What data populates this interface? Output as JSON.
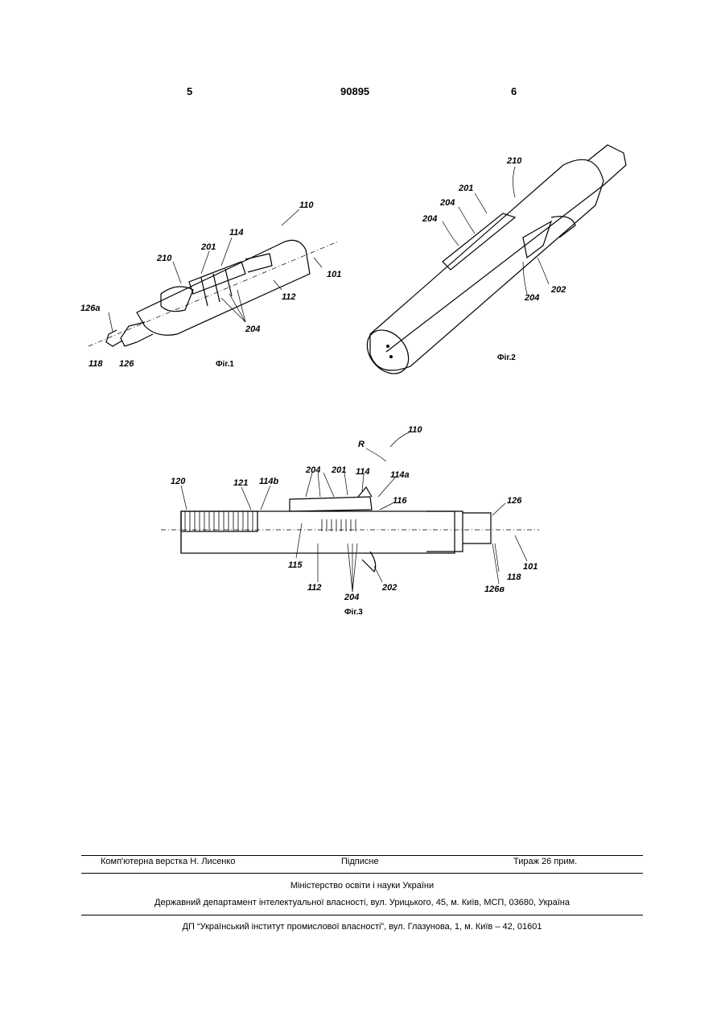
{
  "header": {
    "left_page": "5",
    "patent_number": "90895",
    "right_page": "6"
  },
  "figures": [
    {
      "caption": "Фіг.1",
      "labels": [
        "110",
        "114",
        "201",
        "210",
        "101",
        "112",
        "204",
        "126а",
        "118",
        "126"
      ]
    },
    {
      "caption": "Фіг.2",
      "labels": [
        "210",
        "201",
        "204",
        "204",
        "202",
        "204"
      ]
    },
    {
      "caption": "Фіг.3",
      "labels": [
        "110",
        "R",
        "204",
        "201",
        "114",
        "114a",
        "120",
        "121",
        "114b",
        "116",
        "126",
        "101",
        "115",
        "112",
        "204",
        "202",
        "118",
        "126в"
      ]
    }
  ],
  "footer": {
    "layout_credit": "Комп'ютерна верстка Н. Лисенко",
    "signed": "Підписне",
    "print_run": "Тираж 26 прим.",
    "ministry": "Міністерство освіти і науки України",
    "department": "Державний департамент інтелектуальної власності, вул. Урицького, 45, м. Київ, МСП, 03680, Україна",
    "institute": "ДП “Український інститут промислової власності”, вул. Глазунова, 1, м. Київ – 42, 01601"
  }
}
